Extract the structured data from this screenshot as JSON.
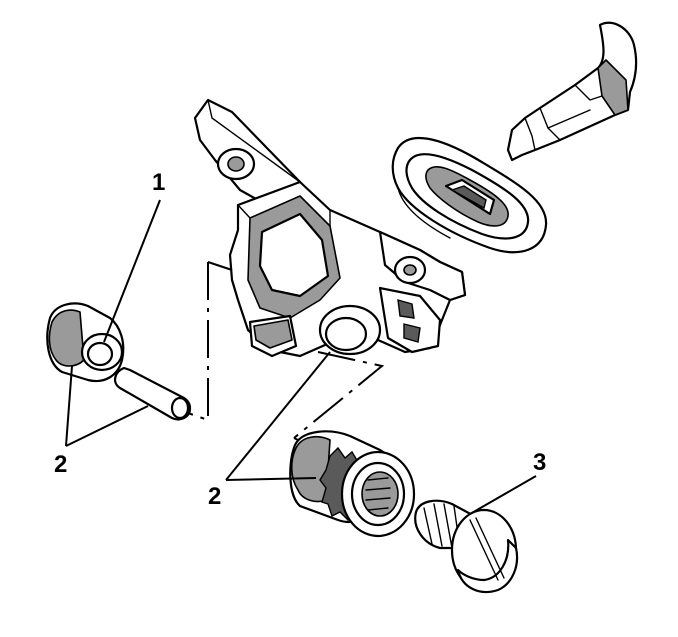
{
  "callouts": {
    "one": "1",
    "two_left": "2",
    "two_center": "2",
    "three": "3"
  }
}
